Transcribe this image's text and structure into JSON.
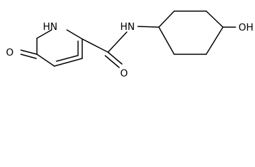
{
  "molecule": {
    "atoms": {
      "nh_ring": "HN",
      "o_ketone": "O",
      "nh_amide": "HN",
      "o_amide": "O",
      "oh": "OH"
    }
  }
}
